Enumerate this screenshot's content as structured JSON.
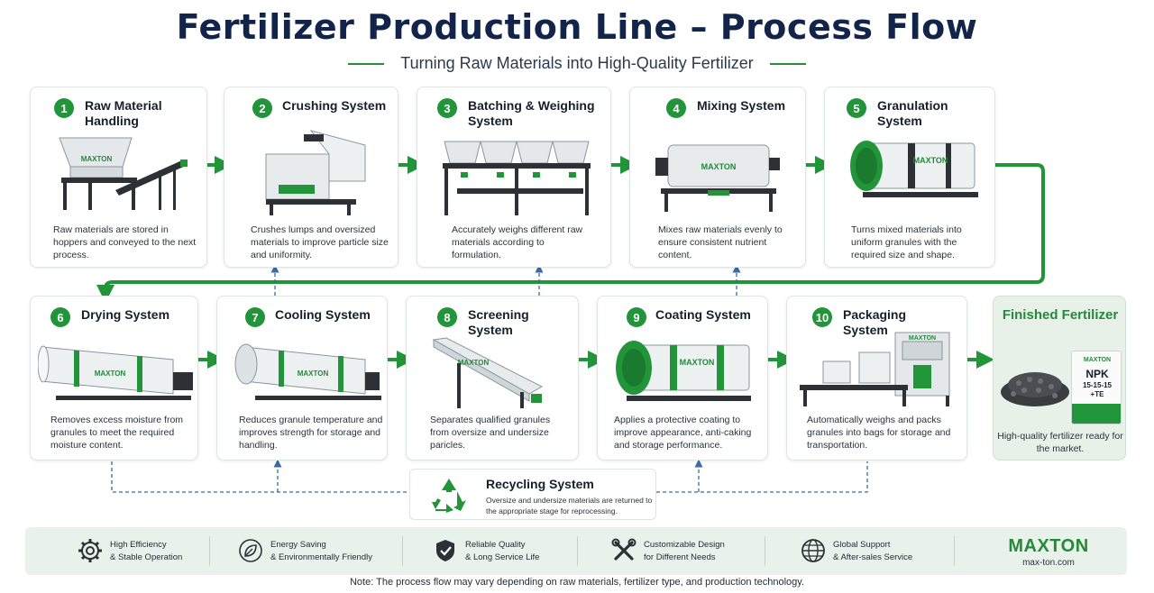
{
  "title": "Fertilizer Production Line – Process Flow",
  "subtitle": "Turning Raw Materials into High-Quality Fertilizer",
  "brand_color": "#238a39",
  "machine_logo": "MAXTON",
  "steps": [
    {
      "num": "1",
      "title": "Raw Material Handling",
      "icon": "hopper-conveyor-icon",
      "desc": "Raw materials are stored in hoppers and conveyed to the next process."
    },
    {
      "num": "2",
      "title": "Crushing System",
      "icon": "crusher-icon",
      "desc": "Crushes lumps and oversized materials to improve particle size and uniformity."
    },
    {
      "num": "3",
      "title": "Batching & Weighing System",
      "icon": "batching-machine-icon",
      "desc": "Accurately weighs different raw materials according to formulation."
    },
    {
      "num": "4",
      "title": "Mixing System",
      "icon": "mixer-icon",
      "desc": "Mixes raw materials evenly to ensure consistent nutrient content."
    },
    {
      "num": "5",
      "title": "Granulation System",
      "icon": "rotary-granulator-icon",
      "desc": "Turns mixed materials into uniform granules with the required size and shape."
    },
    {
      "num": "6",
      "title": "Drying System",
      "icon": "rotary-dryer-icon",
      "desc": "Removes excess moisture from granules to meet the required moisture content."
    },
    {
      "num": "7",
      "title": "Cooling System",
      "icon": "rotary-cooler-icon",
      "desc": "Reduces granule temperature and improves strength for storage and handling."
    },
    {
      "num": "8",
      "title": "Screening System",
      "icon": "vibrating-screen-icon",
      "desc": "Separates qualified granules from oversize and undersize paricles."
    },
    {
      "num": "9",
      "title": "Coating System",
      "icon": "coating-drum-icon",
      "desc": "Applies a protective coating to improve appearance, anti-caking and storage performance."
    },
    {
      "num": "10",
      "title": "Packaging System",
      "icon": "packing-machine-icon",
      "desc": "Automatically weighs and packs granules into bags for storage and transportation."
    }
  ],
  "finished": {
    "title": "Finished Fertilizer",
    "desc": "High-quality fertilizer ready for the market.",
    "bag_brand": "MAXTON",
    "bag_label": "NPK",
    "bag_formula": "15-15-15",
    "bag_extra": "+TE"
  },
  "recycling": {
    "title": "Recycling System",
    "desc": "Oversize and undersize materials are returned to the appropriate stage for reprocessing.",
    "icon": "recycle-icon"
  },
  "features": [
    {
      "icon": "gear-icon",
      "line1": "High Efficiency",
      "line2": "& Stable Operation"
    },
    {
      "icon": "leaf-icon",
      "line1": "Energy Saving",
      "line2": "& Environmentally Friendly"
    },
    {
      "icon": "shield-check-icon",
      "line1": "Reliable Quality",
      "line2": "& Long Service Life"
    },
    {
      "icon": "tools-icon",
      "line1": "Customizable Design",
      "line2": "for Different Needs"
    },
    {
      "icon": "globe-icon",
      "line1": "Global Support",
      "line2": "& After-sales Service"
    }
  ],
  "brand": {
    "name": "MAXTON",
    "url": "max-ton.com"
  },
  "note": "Note: The process flow may vary depending on raw materials, fertilizer type, and production technology."
}
